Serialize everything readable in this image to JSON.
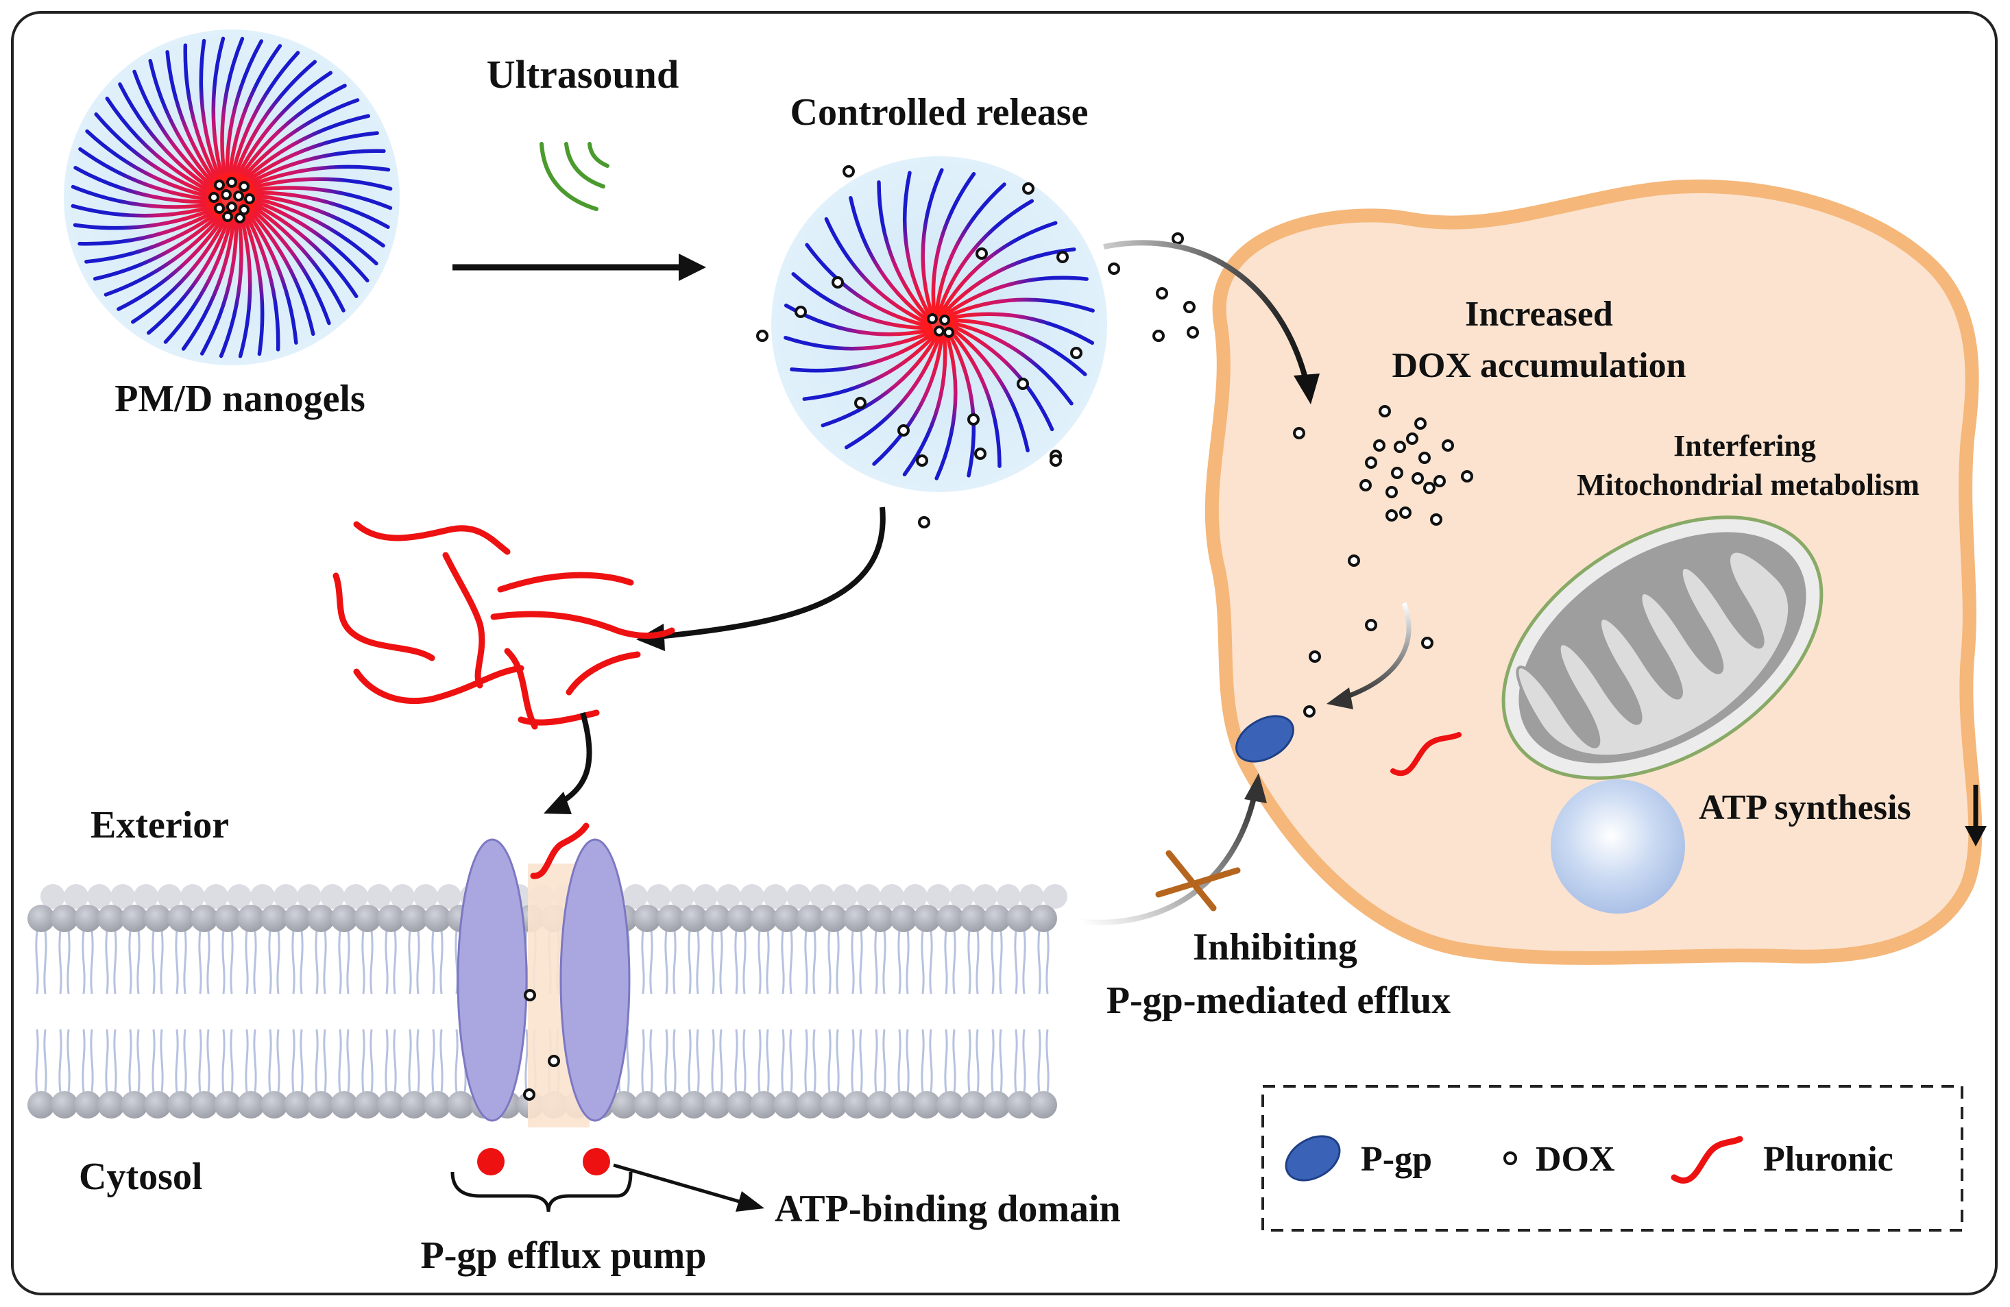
{
  "labels": {
    "ultrasound": "Ultrasound",
    "controlled_release": "Controlled release",
    "nanogels": "PM/D nanogels",
    "increased_1": "Increased",
    "increased_2": "DOX accumulation",
    "interfering_1": "Interfering",
    "interfering_2": "Mitochondrial metabolism",
    "atp_synthesis": "ATP synthesis",
    "exterior": "Exterior",
    "cytosol": "Cytosol",
    "inhibiting_1": "Inhibiting",
    "inhibiting_2": "P-gp-mediated efflux",
    "atp_binding": "ATP-binding domain",
    "pump": "P-gp efflux pump"
  },
  "legend": {
    "pgp": "P-gp",
    "dox": "DOX",
    "pluronic": "Pluronic"
  },
  "colors": {
    "core": "#ff1a1a",
    "shell": "#1a1acc",
    "nanogel_bg": "#d8ecf8",
    "cell_fill": "#fbe3cf",
    "cell_border": "#f5b77a",
    "pgp": "#3a63b8",
    "pump": "#aaa6e0",
    "pluronic": "#ee1111",
    "ultrasound": "#4a9a2e",
    "inhibit_cross": "#b5651d"
  }
}
